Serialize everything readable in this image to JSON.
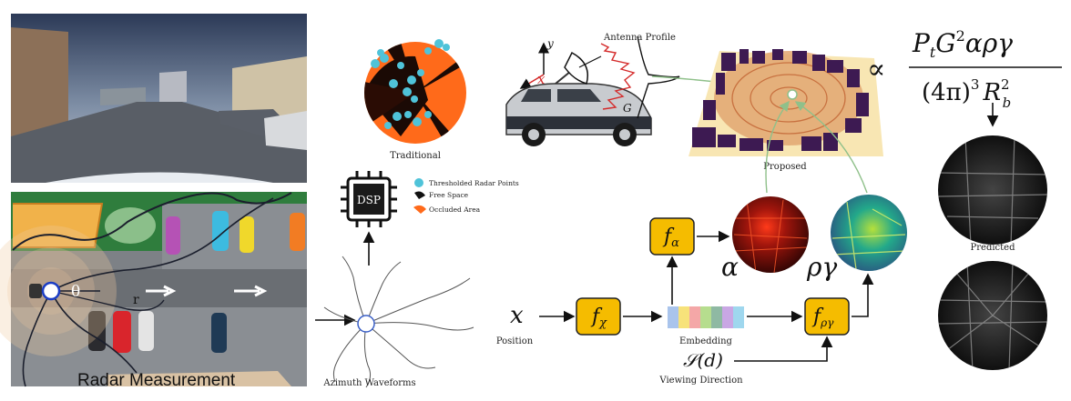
{
  "labels": {
    "radar_measurement": "Radar Measurement",
    "theta": "θ",
    "r": "r",
    "dsp": "DSP",
    "traditional": "Traditional",
    "proposed": "Proposed",
    "predicted": "Predicted",
    "azimuth_waveforms": "Azimuth Waveforms",
    "position": "Position",
    "embedding": "Embedding",
    "viewing_direction": "Viewing Direction",
    "antenna_profile": "Antenna Profile",
    "axis_x": "x",
    "axis_y": "y",
    "gain": "G"
  },
  "legend": [
    {
      "label": "Thresholded Radar Points",
      "color": "#4fc3d9"
    },
    {
      "label": "Free Space",
      "color": "#111111"
    },
    {
      "label": "Occluded Area",
      "color": "#ff6a1a"
    }
  ],
  "math": {
    "x": "x",
    "f_chi": "f",
    "f_chi_sub": "χ",
    "f_alpha": "f",
    "f_alpha_sub": "α",
    "f_rhogamma": "f",
    "f_rhogamma_sub": "ργ",
    "alpha": "α",
    "rhogamma": "ργ",
    "s_d": "𝒮(d)",
    "propto": "∝",
    "num_P": "P",
    "num_t": "t",
    "num_G": "G",
    "num_2": "2",
    "num_rest": "αργ",
    "den_4pi": "(4π)",
    "den_3": "3",
    "den_R": "R",
    "den_2": "2",
    "den_b": "b"
  },
  "colors": {
    "block_fill": "#f5bc00",
    "block_stroke": "#222222",
    "embedding": [
      "#a9c4ec",
      "#f7e27a",
      "#f4a7a7",
      "#b6dd8e",
      "#8fb9a3",
      "#c9a7e4",
      "#9fd7ee"
    ]
  }
}
